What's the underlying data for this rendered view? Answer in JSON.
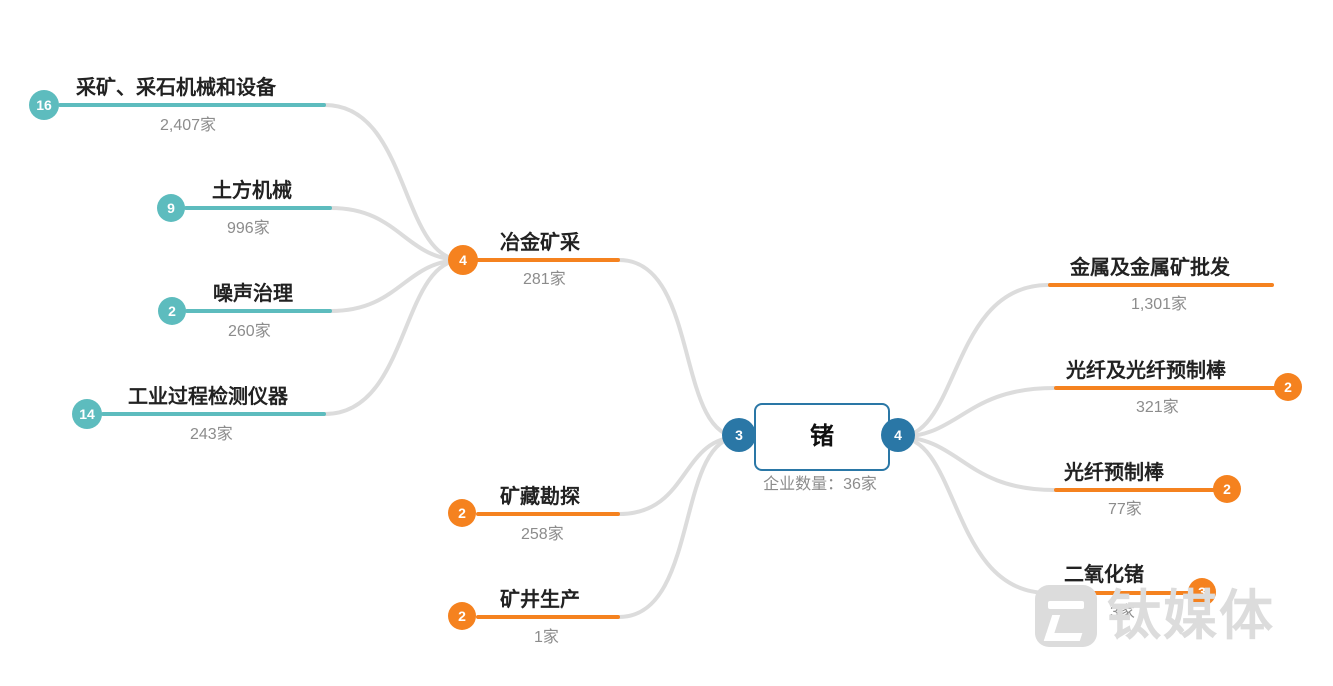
{
  "center": {
    "title": "锗",
    "subtitle": "企业数量：36家",
    "left_badge": "3",
    "right_badge": "4"
  },
  "hub": {
    "label": "冶金矿采",
    "count": "281家",
    "badge": "4"
  },
  "left_branches": [
    {
      "label": "采矿、采石机械和设备",
      "count": "2,407家",
      "badge": "16"
    },
    {
      "label": "土方机械",
      "count": "996家",
      "badge": "9"
    },
    {
      "label": "噪声治理",
      "count": "260家",
      "badge": "2"
    },
    {
      "label": "工业过程检测仪器",
      "count": "243家",
      "badge": "14"
    }
  ],
  "mid_branches": [
    {
      "label": "矿藏勘探",
      "count": "258家",
      "badge": "2"
    },
    {
      "label": "矿井生产",
      "count": "1家",
      "badge": "2"
    }
  ],
  "right_branches": [
    {
      "label": "金属及金属矿批发",
      "count": "1,301家",
      "badge": ""
    },
    {
      "label": "光纤及光纤预制棒",
      "count": "321家",
      "badge": "2"
    },
    {
      "label": "光纤预制棒",
      "count": "77家",
      "badge": "2"
    },
    {
      "label": "二氧化锗",
      "count": "3家",
      "badge": "3"
    }
  ],
  "watermark": {
    "text": "钛媒体",
    "logo": "tmtpost-logo"
  },
  "colors": {
    "teal": "#5dbcbe",
    "orange": "#f5821f",
    "blue": "#2a77a6",
    "link": "#dcdcdc",
    "label": "#222222",
    "count": "#8c8c8c"
  }
}
